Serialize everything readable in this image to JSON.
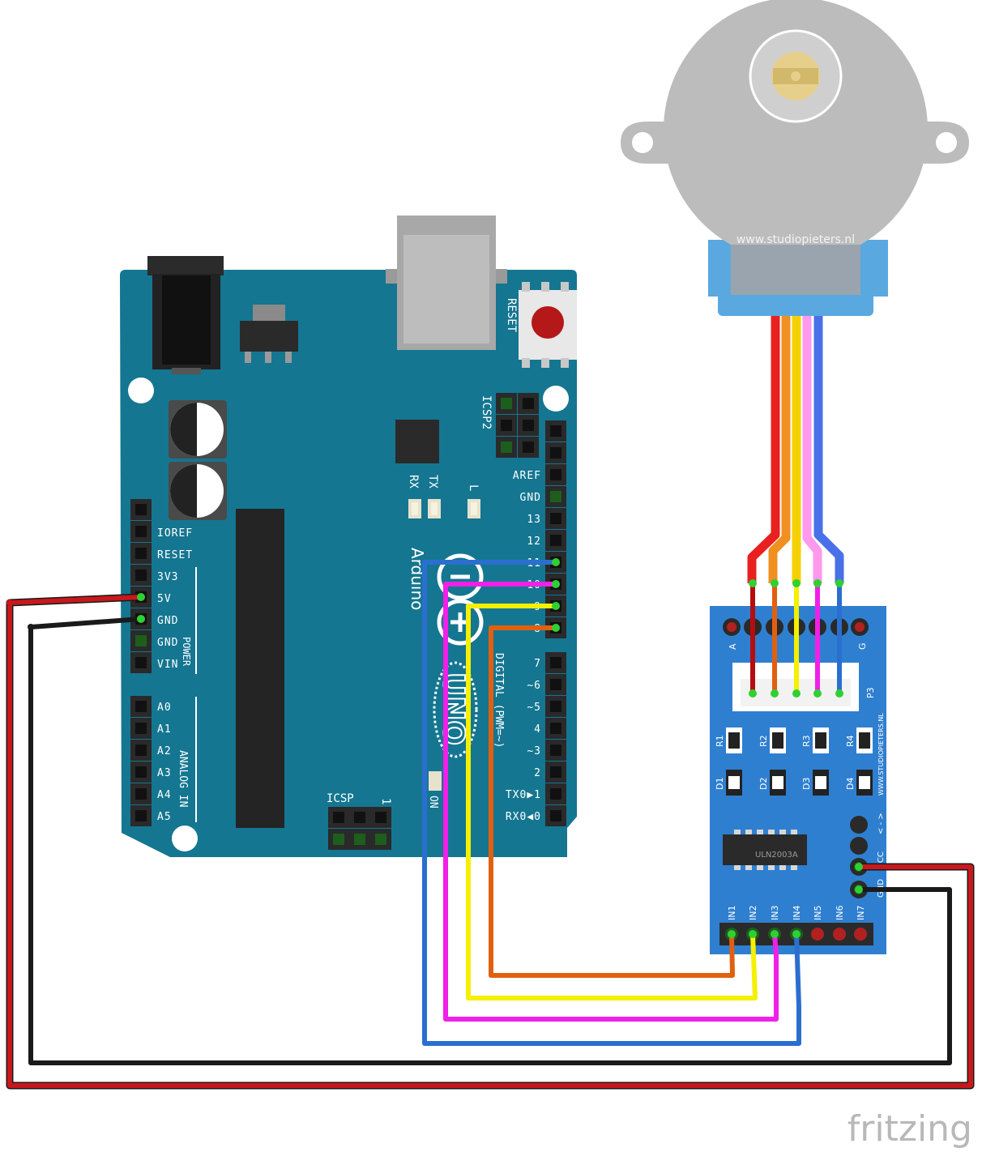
{
  "arduino": {
    "brand": "Arduino",
    "model": "UNO",
    "reset_label": "RESET",
    "icsp2_label": "ICSP2",
    "icsp_label": "ICSP",
    "icsp_pin1": "1",
    "tx_label": "TX",
    "rx_label": "RX",
    "l_label": "L",
    "on_label": "ON",
    "power_group": "POWER",
    "analog_group": "ANALOG IN",
    "digital_group": "DIGITAL (PWM=~)",
    "power_pins": [
      "IOREF",
      "RESET",
      "3V3",
      "5V",
      "GND",
      "GND",
      "VIN"
    ],
    "analog_pins": [
      "A0",
      "A1",
      "A2",
      "A3",
      "A4",
      "A5"
    ],
    "digital_top": [
      "AREF",
      "GND",
      "13",
      "12",
      "~11",
      "~10",
      "~9",
      "8"
    ],
    "digital_bottom": [
      "7",
      "~6",
      "~5",
      "4",
      "~3",
      "2",
      "TX0▶1",
      "RX0◀0"
    ]
  },
  "motor": {
    "watermark": "www.studiopieters.nl"
  },
  "driver": {
    "chip": "ULN2003A",
    "connector": "P3",
    "top_left": "A",
    "top_right": "G",
    "resistors": [
      "R1",
      "R2",
      "R3",
      "R4"
    ],
    "leds": [
      "D1",
      "D2",
      "D3",
      "D4"
    ],
    "vertical_text": "WWW.STUDIOPIETERS.NL",
    "power_labels": [
      "< - >",
      "VCC",
      "GND"
    ],
    "inputs": [
      "IN1",
      "IN2",
      "IN3",
      "IN4",
      "IN5",
      "IN6",
      "IN7"
    ]
  },
  "wire_colors": {
    "red": "#c8181c",
    "black": "#1a1a1a",
    "blue": "#2a6fd0",
    "magenta": "#f020e8",
    "yellow": "#f5ef00",
    "orange": "#e06010",
    "pink": "#ff99ee",
    "motor_red": "#e82020",
    "motor_orange": "#f09020",
    "motor_yellow": "#f5d000",
    "motor_blue": "#4a70e8"
  },
  "footer": {
    "logo": "fritzing"
  }
}
